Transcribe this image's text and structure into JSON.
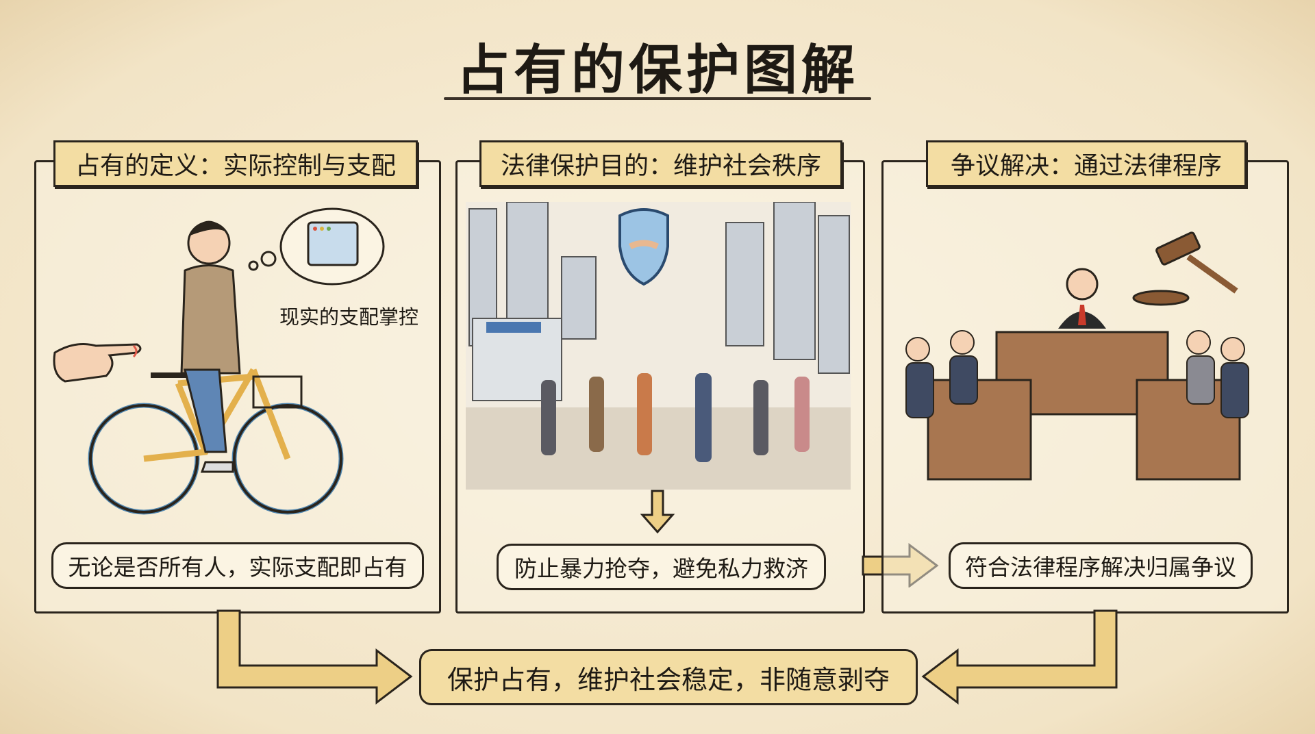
{
  "title": "占有的保护图解",
  "panels": [
    {
      "label": "占有的定义：实际控制与支配",
      "caption": "现实的支配掌控",
      "bubble": "无论是否所有人，实际支配即占有"
    },
    {
      "label": "法律保护目的：维护社会秩序",
      "bubble": "防止暴力抢夺，避免私力救济"
    },
    {
      "label": "争议解决：通过法律程序",
      "bubble": "符合法律程序解决归属争议"
    }
  ],
  "conclusion": "保护占有，维护社会稳定，非随意剥夺",
  "colors": {
    "background": "#f6ecd6",
    "label": "#f3dda3",
    "arrow": "#edcf86",
    "ink": "#2a241c"
  }
}
